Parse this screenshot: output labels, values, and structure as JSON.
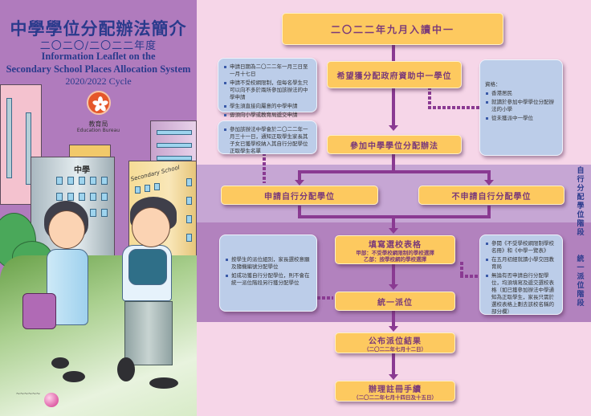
{
  "cover": {
    "title_zh": "中學學位分配辦法簡介",
    "year_zh": "二〇二〇/二〇二二年度",
    "title_en_line1": "Information Leaflet on the",
    "title_en_line2": "Secondary School Places Allocation System",
    "cycle": "2020/2022 Cycle",
    "bureau_zh": "教育局",
    "bureau_en": "Education Bureau",
    "building_sign_zh": "中學",
    "building_sign_en": "Secondary School",
    "publisher_mark": "logo",
    "colors": {
      "background": "#b07bbd",
      "title": "#2a3a8c",
      "logo": "#e5572a"
    }
  },
  "flowchart": {
    "colors": {
      "yellow_box": "#fdc95f",
      "blue_box": "#bccde9",
      "arrow": "#8a3a92",
      "band_self": "#c6a6d4",
      "band_central": "#b282be",
      "background": "#f6d6e8"
    },
    "start": "二〇二二年九月入讀中一",
    "step_wish": "希望獲分配政府資助中一學位",
    "step_join": "參加中學學位分配辦法",
    "notes_left_top": [
      "申請日期為二〇二二年一月三日至一月十七日",
      "申請不受校網限制，但每名學生只可以向不多於兩所參加該辦法的中學申請",
      "學生須直接向屬意的中學申請",
      "毋須向小學或教育局遞交申請"
    ],
    "notes_left_top_highlight": "不多於兩所",
    "notes_left_mid": [
      "參加該辦法中學會於二〇二二年一月三十一日，通知正取學生家長其子女已獲學校納入其自行分配學位正取學生名單"
    ],
    "eligibility_title": "資格：",
    "eligibility": [
      "香港居民",
      "就讀於參加中學學位分配辦法的小學",
      "從未獲派中一學位"
    ],
    "self_allocation": {
      "band_label": "自行分配學位階段",
      "apply": "申請自行分配學位",
      "not_apply": "不申請自行分配學位"
    },
    "central_allocation": {
      "band_label": "統一派位階段",
      "fill_form_title": "填寫選校表格",
      "fill_form_part_a": "甲部：不受學校網限制的學校選擇",
      "fill_form_part_b": "乙部：按學校網的學校選擇",
      "central": "統一派位",
      "notes_left": [
        "按學生的派位組別，家長選校意願及隨機編號分配學位",
        "如成功獲自行分配學位，則不會在統一派位階段另行獲分配學位"
      ],
      "notes_right": [
        "參閱《不受學校網限制學校名冊》和《中學一覽表》",
        "在五月初經就讀小學交回教育局",
        "無論有否申請自行分配學位，均須填寫及遞交選校表格（如已獲參加辦法中學通知為正取學生，家長只需於選校表格上劃去該校名稱的部分欄）"
      ]
    },
    "result": {
      "title": "公布派位結果",
      "date": "（二〇二二年七月十二日）"
    },
    "register": {
      "title": "辦理註冊手續",
      "date": "（二〇二二年七月十四日及十五日）"
    }
  }
}
